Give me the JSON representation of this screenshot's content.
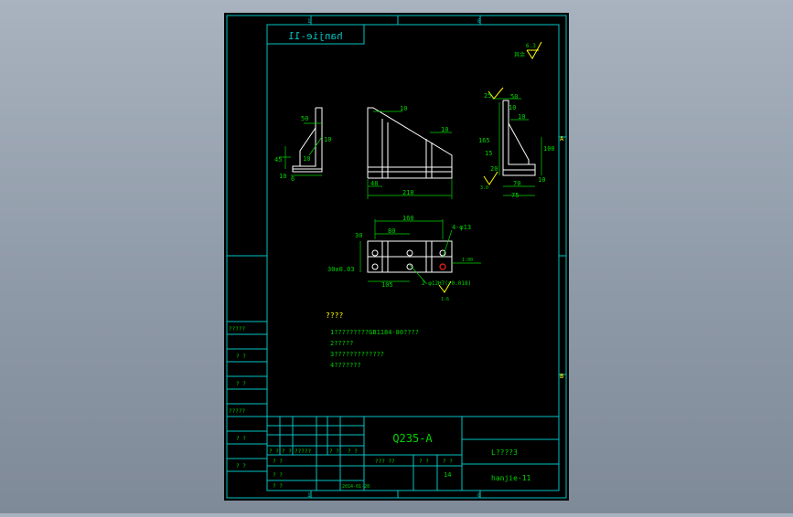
{
  "sheet": {
    "title_strip": "hanjie-11",
    "roughness_note": "6.3",
    "roughness_rest": "其余"
  },
  "zones": {
    "top": [
      "1",
      "8"
    ],
    "bottom": [
      "1",
      "8"
    ],
    "right": [
      "A",
      "B"
    ]
  },
  "views": {
    "left": {
      "dims": [
        "50",
        "10",
        "10",
        "45",
        "10",
        "6"
      ]
    },
    "front": {
      "dims": [
        "10",
        "10",
        "48",
        "210"
      ]
    },
    "side": {
      "dims": [
        "25",
        "50",
        "10",
        "10",
        "165",
        "100",
        "20",
        "10",
        "15",
        "70",
        "75",
        "3.0"
      ]
    },
    "top": {
      "dims": [
        "160",
        "80",
        "4-φ13",
        "30",
        "30±0.03",
        "105",
        "2-φ12H7(+0.018)",
        "1.6",
        "1:00"
      ]
    }
  },
  "notes": {
    "heading": "????",
    "lines": [
      "1?????????GB1184-80????",
      "2?????",
      "3?????????????",
      "4???????"
    ]
  },
  "left_stack": [
    "?????",
    "? ?",
    "? ?",
    "?????",
    "? ?",
    "? ?"
  ],
  "title_block": {
    "material": "Q235-A",
    "drawing_name": "L????3",
    "drawing_code": "hanjie-11",
    "sheet_count": "14",
    "date": "2014-01-20",
    "cells": [
      "? ?",
      "? ?",
      "?????",
      "? ?",
      "? ?",
      "? ?",
      "? ?",
      "? ?",
      "??? ??",
      "? ?",
      "? ?"
    ]
  },
  "colors": {
    "paper": "#000000",
    "frame": "#00c4c4",
    "geometry": "#ffffff",
    "dimension": "#00d400",
    "annotation": "#ffff00",
    "hole_red": "#ff2020"
  }
}
